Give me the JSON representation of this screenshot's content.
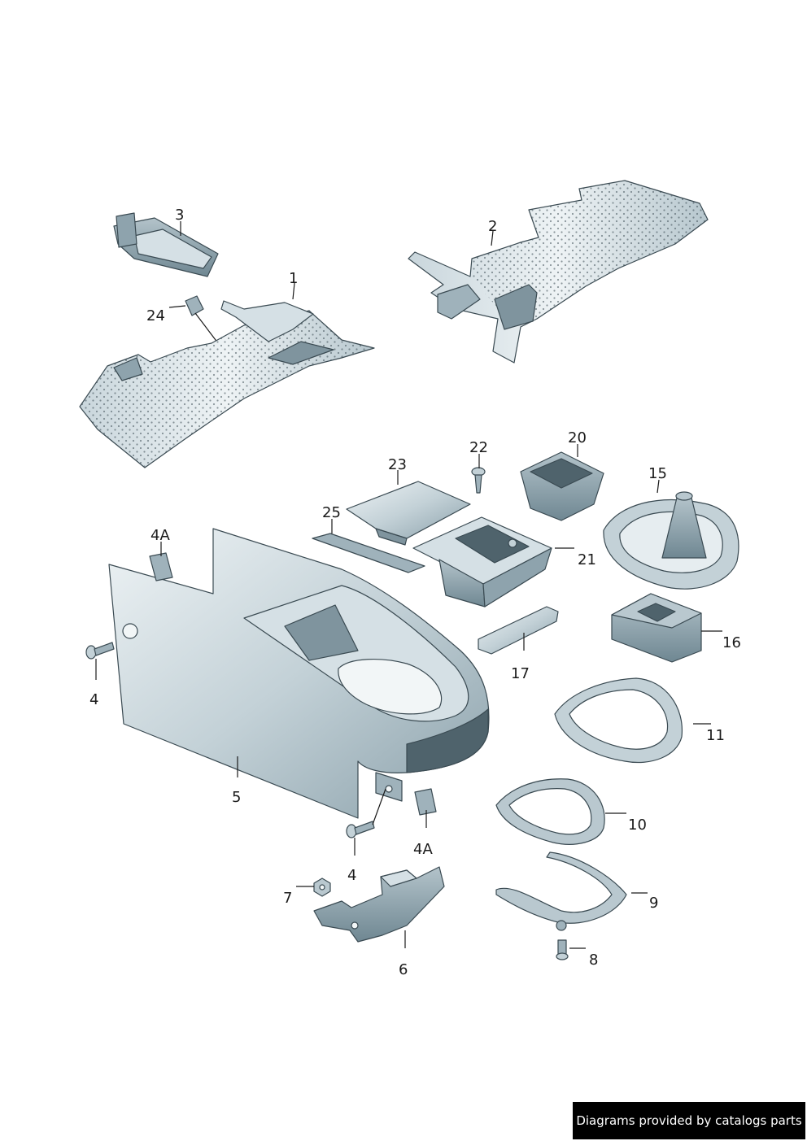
{
  "colors": {
    "part_light": "#e6edf0",
    "part_mid": "#b9c8cf",
    "part_dark": "#7f949e",
    "outline": "#3a4a52",
    "label": "#1a1a1a"
  },
  "callouts": [
    {
      "id": "c1",
      "label": "1"
    },
    {
      "id": "c2",
      "label": "2"
    },
    {
      "id": "c3",
      "label": "3"
    },
    {
      "id": "c24",
      "label": "24"
    },
    {
      "id": "c22",
      "label": "22"
    },
    {
      "id": "c20",
      "label": "20"
    },
    {
      "id": "c23",
      "label": "23"
    },
    {
      "id": "c15",
      "label": "15"
    },
    {
      "id": "c25",
      "label": "25"
    },
    {
      "id": "c4a1",
      "label": "4A"
    },
    {
      "id": "c21",
      "label": "21"
    },
    {
      "id": "c4_1",
      "label": "4"
    },
    {
      "id": "c16",
      "label": "16"
    },
    {
      "id": "c17",
      "label": "17"
    },
    {
      "id": "c11",
      "label": "11"
    },
    {
      "id": "c5",
      "label": "5"
    },
    {
      "id": "c10",
      "label": "10"
    },
    {
      "id": "c4a2",
      "label": "4A"
    },
    {
      "id": "c4_2",
      "label": "4"
    },
    {
      "id": "c7",
      "label": "7"
    },
    {
      "id": "c9",
      "label": "9"
    },
    {
      "id": "c6",
      "label": "6"
    },
    {
      "id": "c8",
      "label": "8"
    }
  ],
  "credit_text": "Diagrams provided by catalogs parts"
}
